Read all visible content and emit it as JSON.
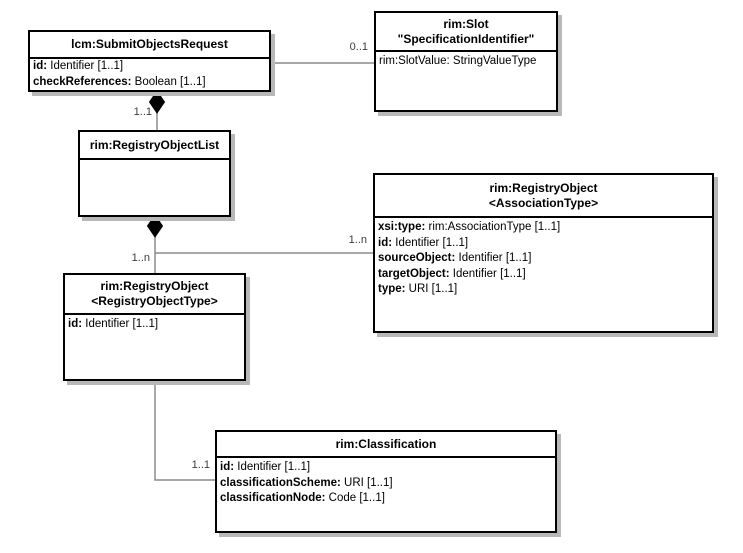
{
  "colors": {
    "background": "#ffffff",
    "box_border": "#000000",
    "box_fill": "#ffffff",
    "box_shadow": "#b8b8b8",
    "edge_line": "#8c8c8c",
    "diamond_fill": "#000000",
    "text": "#000000"
  },
  "classes": {
    "submit_objects_request": {
      "title": "lcm:SubmitObjectsRequest",
      "attributes": [
        {
          "name": "id:",
          "rest": " Identifier [1..1]"
        },
        {
          "name": "checkReferences:",
          "rest": " Boolean [1..1]"
        }
      ]
    },
    "slot": {
      "title_line1": "rim:Slot",
      "title_line2": "\"SpecificationIdentifier\"",
      "attributes": [
        {
          "name": "",
          "rest": "rim:SlotValue: StringValueType"
        }
      ]
    },
    "registry_object_list": {
      "title": "rim:RegistryObjectList",
      "attributes": []
    },
    "registry_object_association": {
      "title_line1": "rim:RegistryObject",
      "title_line2": "<AssociationType>",
      "attributes": [
        {
          "name": "xsi:type:",
          "rest": " rim:AssociationType [1..1]"
        },
        {
          "name": "id:",
          "rest": " Identifier [1..1]"
        },
        {
          "name": "sourceObject:",
          "rest": " Identifier [1..1]"
        },
        {
          "name": "targetObject:",
          "rest": " Identifier [1..1]"
        },
        {
          "name": "type:",
          "rest": " URI [1..1]"
        }
      ]
    },
    "registry_object_type": {
      "title_line1": "rim:RegistryObject",
      "title_line2": "<RegistryObjectType>",
      "attributes": [
        {
          "name": "id:",
          "rest": " Identifier [1..1]"
        }
      ]
    },
    "classification": {
      "title": "rim:Classification",
      "attributes": [
        {
          "name": "id:",
          "rest": " Identifier [1..1]"
        },
        {
          "name": "classificationScheme:",
          "rest": " URI [1..1]"
        },
        {
          "name": "classificationNode:",
          "rest": " Code [1..1]"
        }
      ]
    }
  },
  "multiplicities": {
    "slot_edge": "0..1",
    "registry_object_list_edge": "1..1",
    "registry_object_type_edge": "1..n",
    "association_edge": "1..n",
    "classification_edge": "1..1"
  }
}
